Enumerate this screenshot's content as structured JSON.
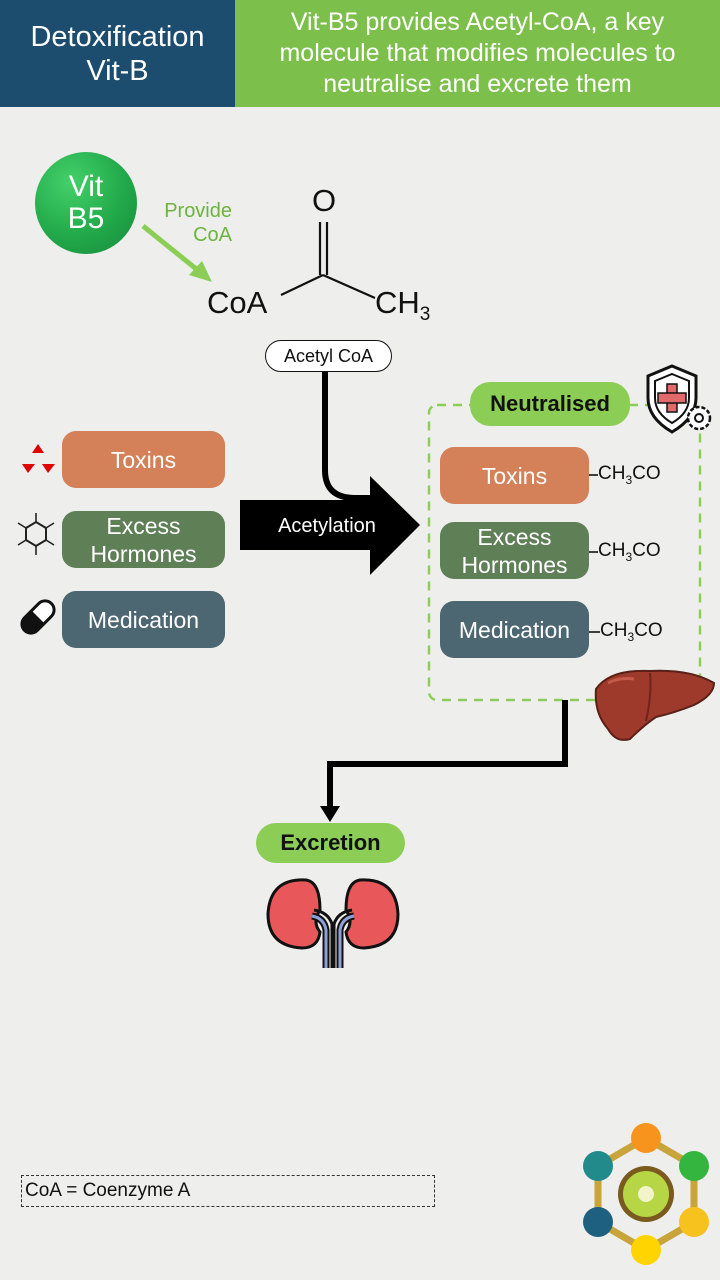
{
  "header": {
    "title_line1": "Detoxification",
    "title_line2": "Vit-B",
    "description": "Vit-B5 provides Acetyl-CoA, a key molecule that modifies molecules to neutralise and excrete them"
  },
  "vitamin": {
    "line1": "Vit",
    "line2": "B5"
  },
  "provide_label": {
    "line1": "Provide",
    "line2": "CoA"
  },
  "molecule": {
    "oxygen": "O",
    "coa": "CoA",
    "methyl": "CH",
    "methyl_sub": "3",
    "name": "Acetyl CoA"
  },
  "inputs": [
    {
      "label": "Toxins"
    },
    {
      "label_line1": "Excess",
      "label_line2": "Hormones"
    },
    {
      "label": "Medication"
    }
  ],
  "process_label": "Acetylation",
  "neutralised_label": "Neutralised",
  "outputs": [
    {
      "label": "Toxins"
    },
    {
      "label_line1": "Excess",
      "label_line2": "Hormones"
    },
    {
      "label": "Medication"
    }
  ],
  "acetyl_group": {
    "prefix": "CH",
    "sub": "3",
    "suffix": "CO"
  },
  "excretion_label": "Excretion",
  "legend": "CoA = Coenzyme A",
  "colors": {
    "header_blue": "#1c4c6e",
    "header_green": "#7cc04b",
    "toxins": "#d48058",
    "hormones": "#5f7f57",
    "medication": "#4c6672",
    "accent_green": "#8ccd56"
  }
}
